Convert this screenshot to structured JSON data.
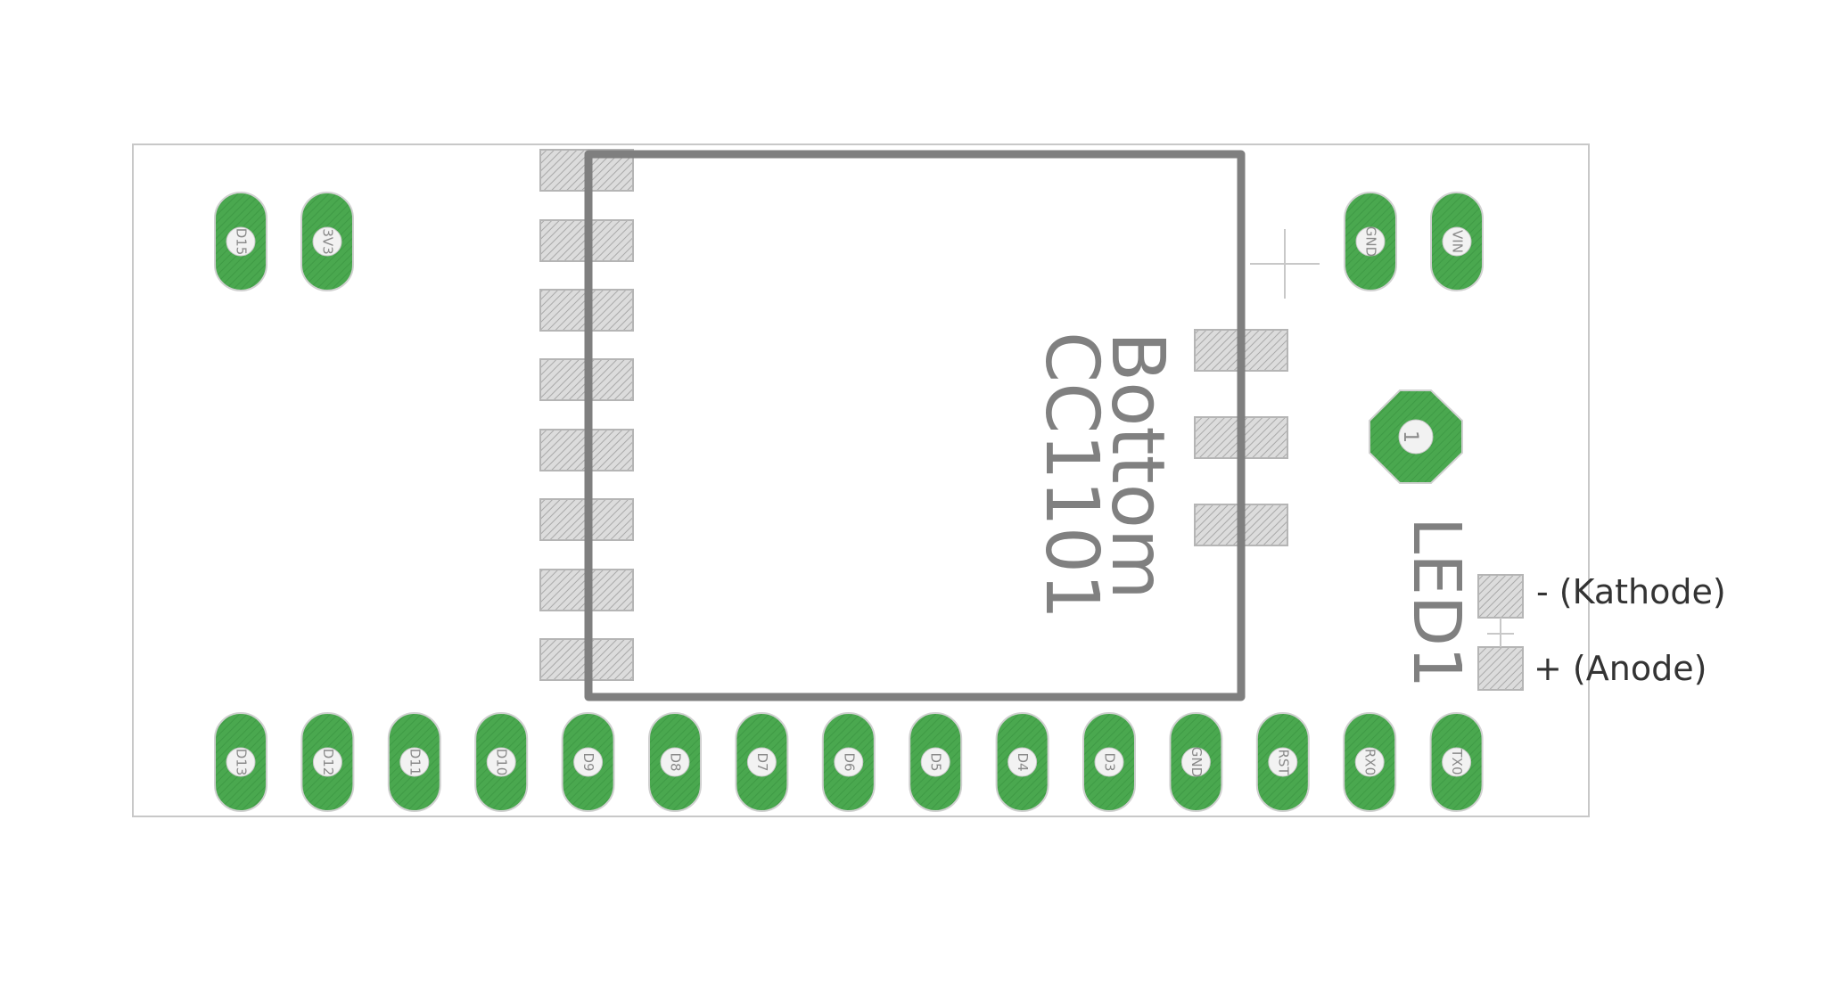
{
  "board": {
    "component_label": "CC1101",
    "side_label": "Bottom",
    "led_label": "LED1",
    "led_pin_label": "1"
  },
  "legend": {
    "kathode": "- (Kathode)",
    "anode": "+ (Anode)"
  },
  "pins": {
    "top": [
      "D15",
      "3V3",
      "GND",
      "VIN"
    ],
    "bottom": [
      "D13",
      "D12",
      "D11",
      "D10",
      "D9",
      "D8",
      "D7",
      "D6",
      "D5",
      "D4",
      "D3",
      "GND",
      "RST",
      "RX0",
      "TX0"
    ]
  },
  "colors": {
    "pad_green": "#4aa84f",
    "outline": "#7f7f7f",
    "board_border": "#c8c8c8",
    "smd_fill": "#d9d9d9"
  }
}
